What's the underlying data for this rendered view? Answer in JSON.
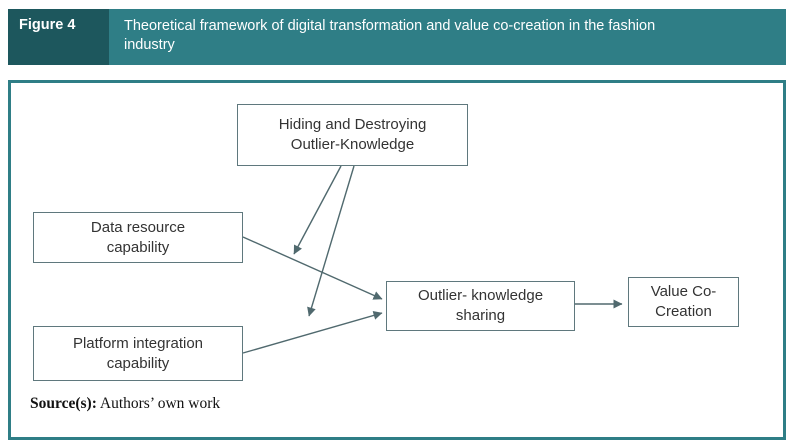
{
  "colors": {
    "figure_label_bg": "#1d575d",
    "caption_bg": "#2f7e86",
    "frame_border": "#2f7e86",
    "node_border": "#5f787d",
    "arrow": "#50696e"
  },
  "header": {
    "label": "Figure 4",
    "title": "Theoretical framework of digital transformation and value co-creation in the fashion industry"
  },
  "diagram": {
    "nodes": {
      "hiding": {
        "label": "Hiding and Destroying Outlier-Knowledge"
      },
      "data_resource": {
        "label": "Data resource capability"
      },
      "platform": {
        "label": "Platform integration capability"
      },
      "sharing": {
        "label": "Outlier- knowledge sharing"
      },
      "value": {
        "label": "Value Co-Creation"
      }
    },
    "edges": [
      {
        "from": "data_resource",
        "to": "sharing"
      },
      {
        "from": "platform",
        "to": "sharing"
      },
      {
        "from": "sharing",
        "to": "value"
      },
      {
        "from": "hiding",
        "to": "arrow:data_resource-sharing"
      },
      {
        "from": "hiding",
        "to": "arrow:platform-sharing"
      }
    ]
  },
  "source": {
    "label": "Source(s):",
    "text": " Authors’ own work"
  }
}
